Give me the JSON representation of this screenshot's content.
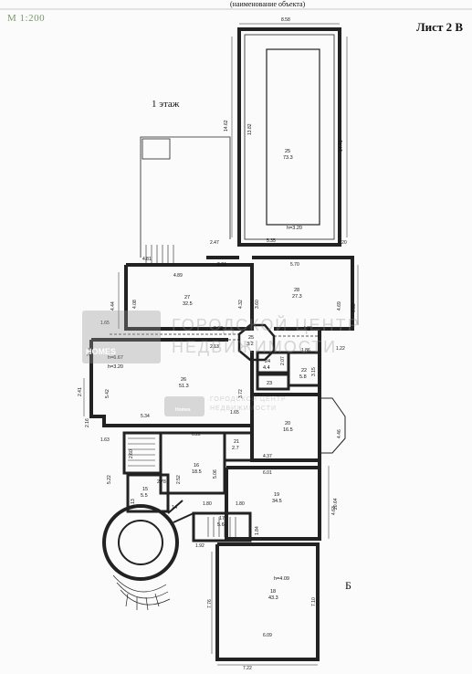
{
  "header": {
    "scale": "M 1:200",
    "object_caption": "(наименование объекта)",
    "sheet_label": "Лист 2 В"
  },
  "plan": {
    "floor_title": "1 этаж",
    "section_letter": "Б",
    "rooms": [
      {
        "number": "25",
        "area": "73.3"
      },
      {
        "number": "27",
        "area": "32.5"
      },
      {
        "number": "28",
        "area": "27.3"
      },
      {
        "number": "25",
        "area": "3.2"
      },
      {
        "number": "26",
        "area": "51.3"
      },
      {
        "number": "24",
        "area": "4.4"
      },
      {
        "number": "22",
        "area": "5.8"
      },
      {
        "number": "23",
        "area": ""
      },
      {
        "number": "20",
        "area": "16.5"
      },
      {
        "number": "21",
        "area": "2.7"
      },
      {
        "number": "16",
        "area": "18.5"
      },
      {
        "number": "15",
        "area": "5.5"
      },
      {
        "number": "14",
        "area": ""
      },
      {
        "number": "17",
        "area": "5.6"
      },
      {
        "number": "19",
        "area": "34.5"
      },
      {
        "number": "18",
        "area": "43.3"
      }
    ],
    "heights": [
      "h=3.20",
      "h=6.67",
      "h=3.20",
      "h=4.09"
    ],
    "dimensions": [
      "8.58",
      "14.62",
      "13.82",
      "14.41",
      "5.35",
      "1.20",
      "4.81",
      "4.89",
      "2.47",
      "2.74",
      "5.70",
      "4.44",
      "4.08",
      "4.32",
      "3.60",
      "4.69",
      "6.32",
      "1.65",
      "2.07",
      "2.13",
      "4.30",
      "1.22",
      "2.11",
      "5.42",
      "2.41",
      "2.16",
      "5.34",
      "1.65",
      "3.72",
      "2.07",
      "1.86",
      "3.15",
      "4.46",
      "6.22",
      "1.63",
      "2.60",
      "2.52",
      "5.06",
      "4.37",
      "20.64",
      "5.22",
      "2.78",
      "6.01",
      "2.13",
      "1.80",
      "1.80",
      "4.63",
      "1.84",
      "1.92",
      "7.76",
      "7.10",
      "6.09",
      "7.22"
    ]
  },
  "watermark": {
    "line1": "ГОРОДСКОЙ ЦЕНТР",
    "line2": "НЕДВИЖИМОСТИ",
    "small_line1": "ГОРОДСКОЙ ЦЕНТР",
    "small_line2": "НЕДВИЖИМОСТИ",
    "logo_text": "HOMES",
    "logo_small": "Homes"
  }
}
